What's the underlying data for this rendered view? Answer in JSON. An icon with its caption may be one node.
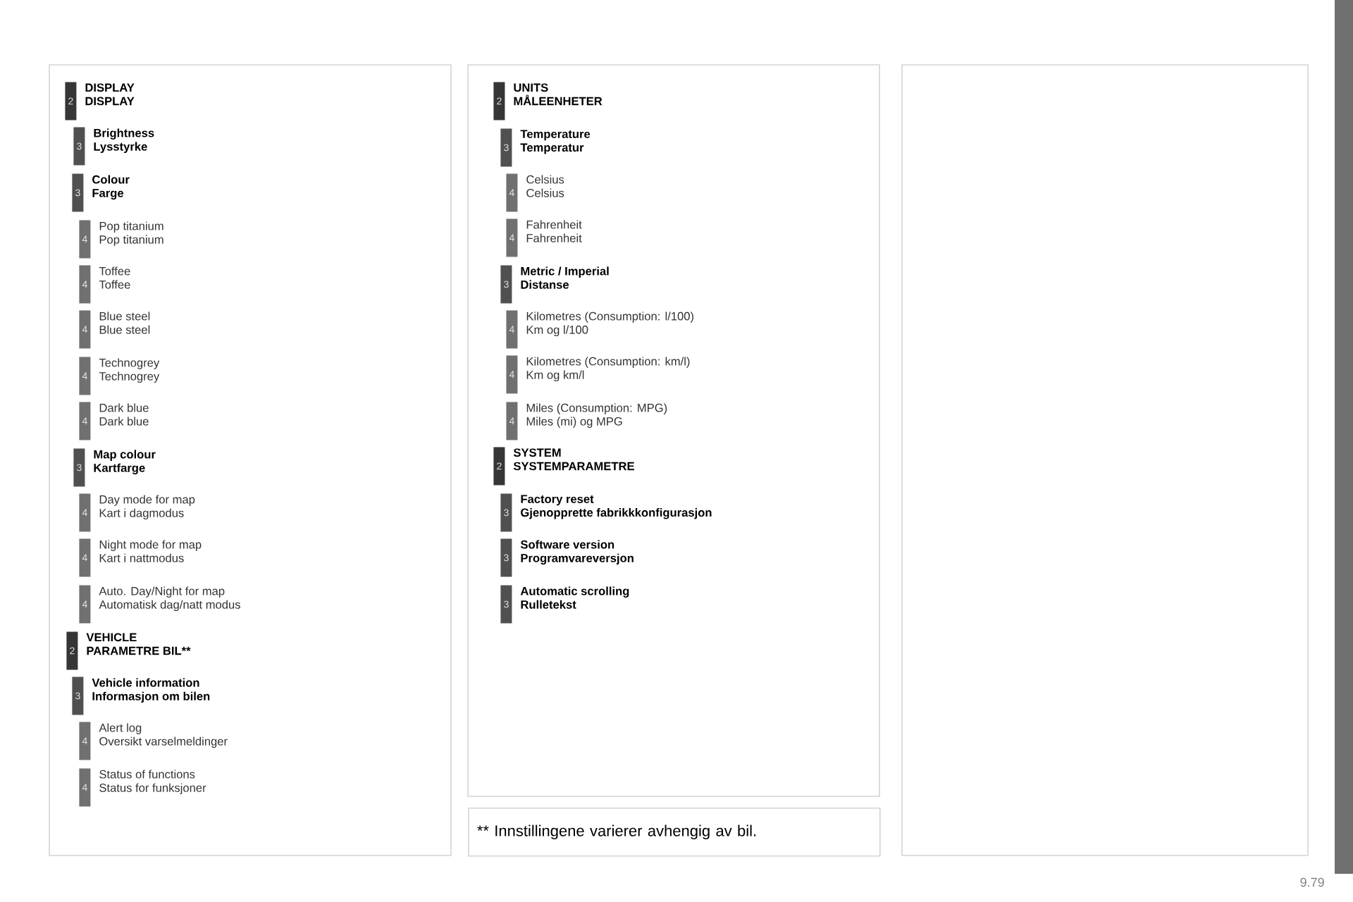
{
  "diagram": {
    "nodes": [
      {
        "text": [
          "2"
        ],
        "beside": [
          "DISPLAY",
          "DISPLAY"
        ]
      },
      {
        "text": [
          "3"
        ],
        "beside": [
          "Brightness",
          "Lysstyrke"
        ]
      },
      {
        "text": [
          "3"
        ],
        "beside": [
          "Colour",
          "Farge"
        ]
      },
      {
        "text": [
          "4"
        ],
        "beside": [
          "Pop titanium",
          "Pop titanium"
        ]
      },
      {
        "text": [
          "4"
        ],
        "beside": [
          "Toffee",
          "Toffee"
        ]
      },
      {
        "text": [
          "4"
        ],
        "beside": [
          "Blue steel",
          "Blue steel"
        ]
      },
      {
        "text": [
          "4"
        ],
        "beside": [
          "Technogrey",
          "Technogrey"
        ]
      },
      {
        "text": [
          "4"
        ],
        "beside": [
          "Dark blue",
          "Dark blue"
        ]
      },
      {
        "text": [
          "3"
        ],
        "beside": [
          "Map colour",
          "Kartfarge"
        ]
      },
      {
        "text": [
          "4"
        ],
        "beside": [
          "Day mode for map",
          "Kart i dagmodus"
        ]
      },
      {
        "text": [
          "4"
        ],
        "beside": [
          "Night mode for map",
          "Kart i nattmodus"
        ]
      },
      {
        "text": [
          "4"
        ],
        "beside": [
          "Auto. Day/Night for map",
          "Automatisk dag/natt modus"
        ]
      },
      {
        "text": [
          "2"
        ],
        "beside": [
          "VEHICLE",
          "PARAMETRE BIL**"
        ]
      },
      {
        "text": [
          "3"
        ],
        "beside": [
          "Vehicle information",
          "Informasjon om bilen"
        ]
      },
      {
        "text": [
          "4"
        ],
        "beside": [
          "Alert log",
          "Oversikt varselmeldinger"
        ]
      },
      {
        "text": [
          "4"
        ],
        "beside": [
          "Status of functions",
          "Status for funksjoner"
        ]
      },
      {
        "text": [
          "2"
        ],
        "beside": [
          "UNITS",
          "MÅLEENHETER"
        ]
      },
      {
        "text": [
          "3"
        ],
        "beside": [
          "Temperature",
          "Temperatur"
        ]
      },
      {
        "text": [
          "4"
        ],
        "beside": [
          "Celsius",
          "Celsius"
        ]
      },
      {
        "text": [
          "4"
        ],
        "beside": [
          "Fahrenheit",
          "Fahrenheit"
        ]
      },
      {
        "text": [
          "3"
        ],
        "beside": [
          "Metric / Imperial",
          "Distanse"
        ]
      },
      {
        "text": [
          "4"
        ],
        "beside": [
          "Kilometres (Consumption: l/100)",
          "Km og l/100"
        ]
      },
      {
        "text": [
          "4"
        ],
        "beside": [
          "Kilometres (Consumption: km/l)",
          "Km og km/l"
        ]
      },
      {
        "text": [
          "4"
        ],
        "beside": [
          "Miles (Consumption: MPG)",
          "Miles (mi) og MPG"
        ]
      },
      {
        "text": [
          "2"
        ],
        "beside": [
          "SYSTEM",
          "SYSTEMPARAMETRE"
        ]
      },
      {
        "text": [
          "3"
        ],
        "beside": [
          "Factory reset",
          "Gjenopprette fabrikkkonfigurasjon"
        ]
      },
      {
        "text": [
          "3"
        ],
        "beside": [
          "Software version",
          "Programvareversjon"
        ]
      },
      {
        "text": [
          "3"
        ],
        "beside": [
          "Automatic scrolling",
          "Rulletekst"
        ]
      },
      {
        "text": [
          "** Innstillingene varierer avhengig av bil."
        ]
      }
    ],
    "labels": [
      "9.79"
    ]
  }
}
